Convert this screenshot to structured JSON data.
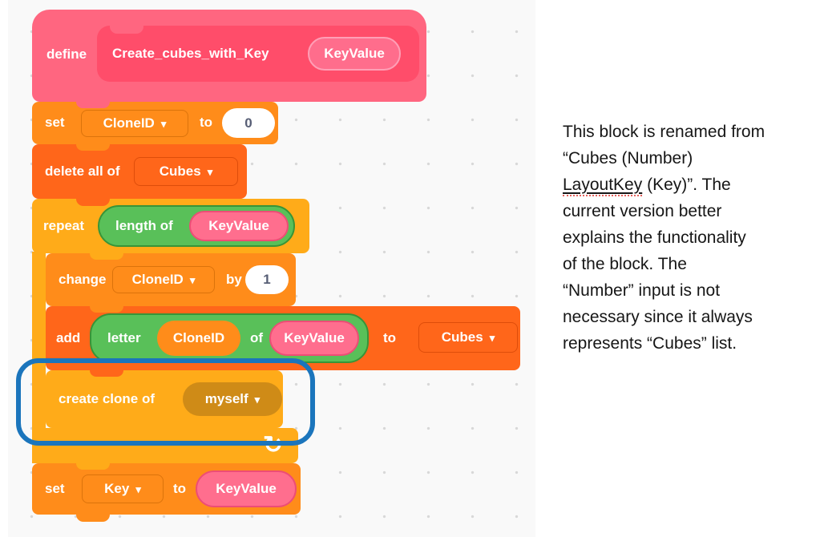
{
  "ui": {
    "dropdown_arrow": "▾",
    "loop_icon": "↻"
  },
  "colors": {
    "my_blocks": "#FF6680",
    "my_blocks_inner": "#FF4D6A",
    "variables": "#FF8C1A",
    "lists": "#FF661A",
    "control": "#FFAB19",
    "control_shadow": "#CF8B17",
    "operators": "#59C059",
    "operators_border": "#389438",
    "argument_fill": "#FF6E8E",
    "argument_border": "#ED4D76",
    "highlight": "#1B75BC",
    "input_text": "#575E75",
    "workspace_bg": "#F9F9F9"
  },
  "script": {
    "define": {
      "keyword": "define",
      "proc_name": "Create_cubes_with_Key",
      "param": "KeyValue"
    },
    "set_cloneid": {
      "set": "set",
      "variable": "CloneID",
      "to": "to",
      "value": "0"
    },
    "delete_all": {
      "label": "delete all of",
      "list": "Cubes"
    },
    "repeat": {
      "label": "repeat",
      "length_of": "length of",
      "param": "KeyValue"
    },
    "change_cloneid": {
      "change": "change",
      "variable": "CloneID",
      "by": "by",
      "value": "1"
    },
    "add_to_list": {
      "add": "add",
      "letter": "letter",
      "variable": "CloneID",
      "of": "of",
      "param": "KeyValue",
      "to": "to",
      "list": "Cubes"
    },
    "create_clone": {
      "label": "create clone of",
      "target": "myself"
    },
    "set_key": {
      "set": "set",
      "variable": "Key",
      "to": "to",
      "param": "KeyValue"
    }
  },
  "annotation": {
    "line1": "This block is renamed from",
    "line2": "“Cubes (Number)",
    "line3_underlined": "LayoutKey",
    "line3_rest": " (Key)”. The",
    "line4": "current version better",
    "line5": "explains the functionality",
    "line6": "of the block. The",
    "line7": "“Number” input is not",
    "line8": "necessary since it always",
    "line9": "represents “Cubes” list."
  }
}
